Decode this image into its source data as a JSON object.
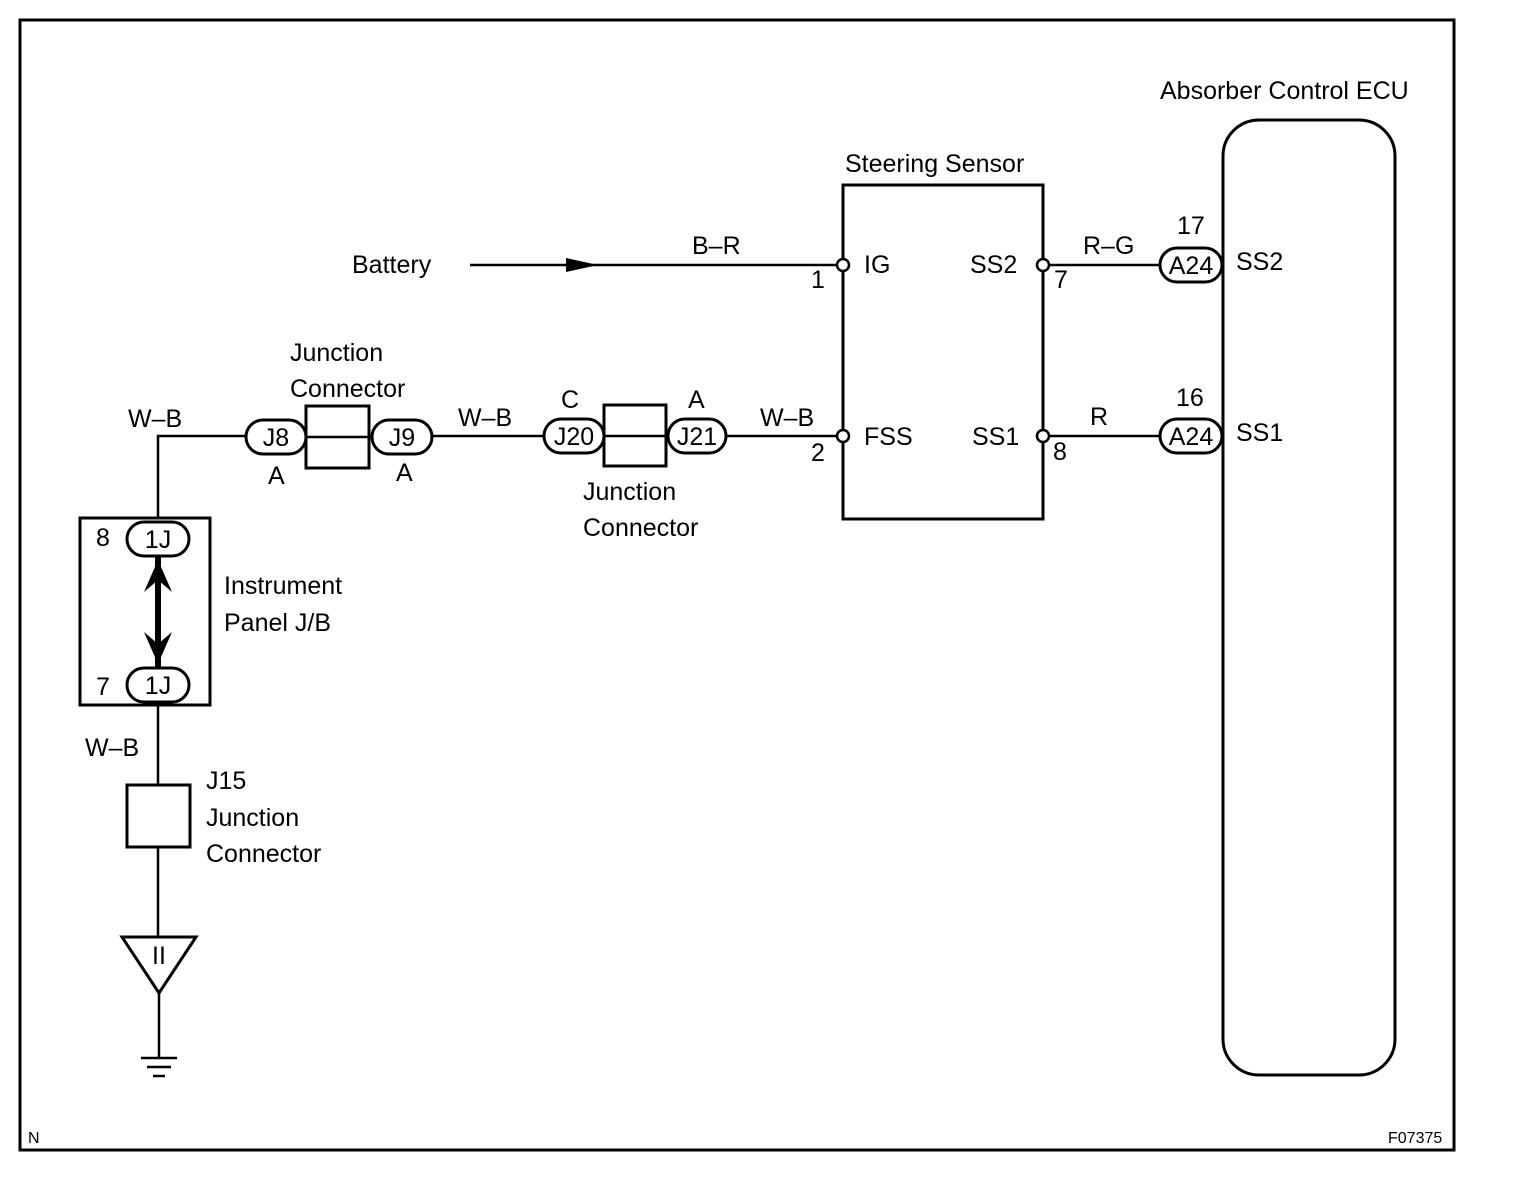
{
  "ecu": {
    "title": "Absorber Control ECU",
    "pin_ss2": "SS2",
    "pin_ss1": "SS1"
  },
  "sensor": {
    "title": "Steering Sensor",
    "pin_ig": "IG",
    "pin_fss": "FSS",
    "pin_ss2": "SS2",
    "pin_ss1": "SS1",
    "num_ig": "1",
    "num_fss": "2",
    "num_ss2": "7",
    "num_ss1": "8"
  },
  "battery": {
    "label": "Battery"
  },
  "wires": {
    "br": "B–R",
    "rg": "R–G",
    "r": "R",
    "wb_left": "W–B",
    "wb_mid": "W–B",
    "wb_right": "W–B",
    "wb_lower": "W–B"
  },
  "ecu_connectors": {
    "ss2": {
      "name": "A24",
      "pin": "17"
    },
    "ss1": {
      "name": "A24",
      "pin": "16"
    }
  },
  "junction_a": {
    "label_line1": "Junction",
    "label_line2": "Connector",
    "left": "J8",
    "right": "J9",
    "left_letter": "A",
    "right_letter": "A"
  },
  "junction_b": {
    "label_line1": "Junction",
    "label_line2": "Connector",
    "left": "J20",
    "right": "J21",
    "left_letter": "C",
    "right_letter": "A"
  },
  "instrument_panel": {
    "label_line1": "Instrument",
    "label_line2": "Panel J/B",
    "top_conn": "1J",
    "top_pin": "8",
    "bottom_conn": "1J",
    "bottom_pin": "7"
  },
  "j15": {
    "label_line1": "J15",
    "label_line2": "Junction",
    "label_line3": "Connector"
  },
  "ground": {
    "symbol": "II"
  },
  "corner": {
    "left": "N",
    "right": "F07375"
  }
}
